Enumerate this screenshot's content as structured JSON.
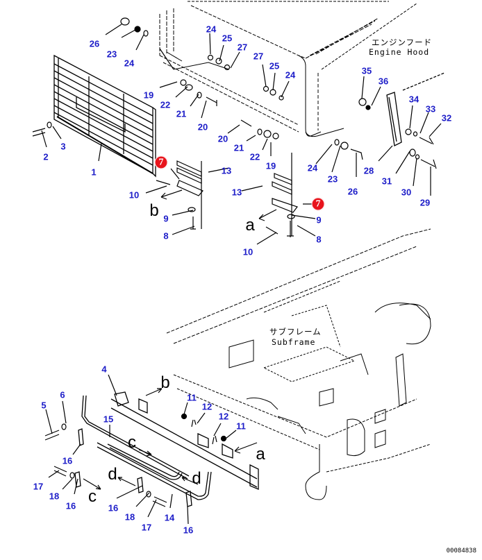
{
  "diagram": {
    "type": "exploded parts diagram",
    "drawing_number": "00084838",
    "accent_colors": {
      "callout": "#1c1cc8",
      "highlight": "#e8141c",
      "line": "#000000"
    },
    "labels": {
      "engine_hood_jp": "エンジンフード",
      "engine_hood_en": "Engine Hood",
      "subframe_jp": "サブフレーム",
      "subframe_en": "Subframe"
    },
    "highlighted_part": "7",
    "view_letters": [
      "a",
      "b",
      "c",
      "d"
    ],
    "callouts_top": [
      "26",
      "23",
      "24",
      "24",
      "25",
      "27",
      "27",
      "25",
      "24",
      "35",
      "36",
      "34",
      "33",
      "32",
      "19",
      "22",
      "21",
      "20",
      "20",
      "21",
      "22",
      "19",
      "2",
      "3",
      "1",
      "24",
      "23",
      "26",
      "28",
      "31",
      "30",
      "29",
      "13",
      "13",
      "10",
      "9",
      "8",
      "9",
      "8",
      "10"
    ],
    "callouts_bottom": [
      "4",
      "6",
      "5",
      "15",
      "16",
      "11",
      "12",
      "12",
      "11",
      "17",
      "18",
      "16",
      "16",
      "18",
      "17",
      "14",
      "16"
    ]
  }
}
